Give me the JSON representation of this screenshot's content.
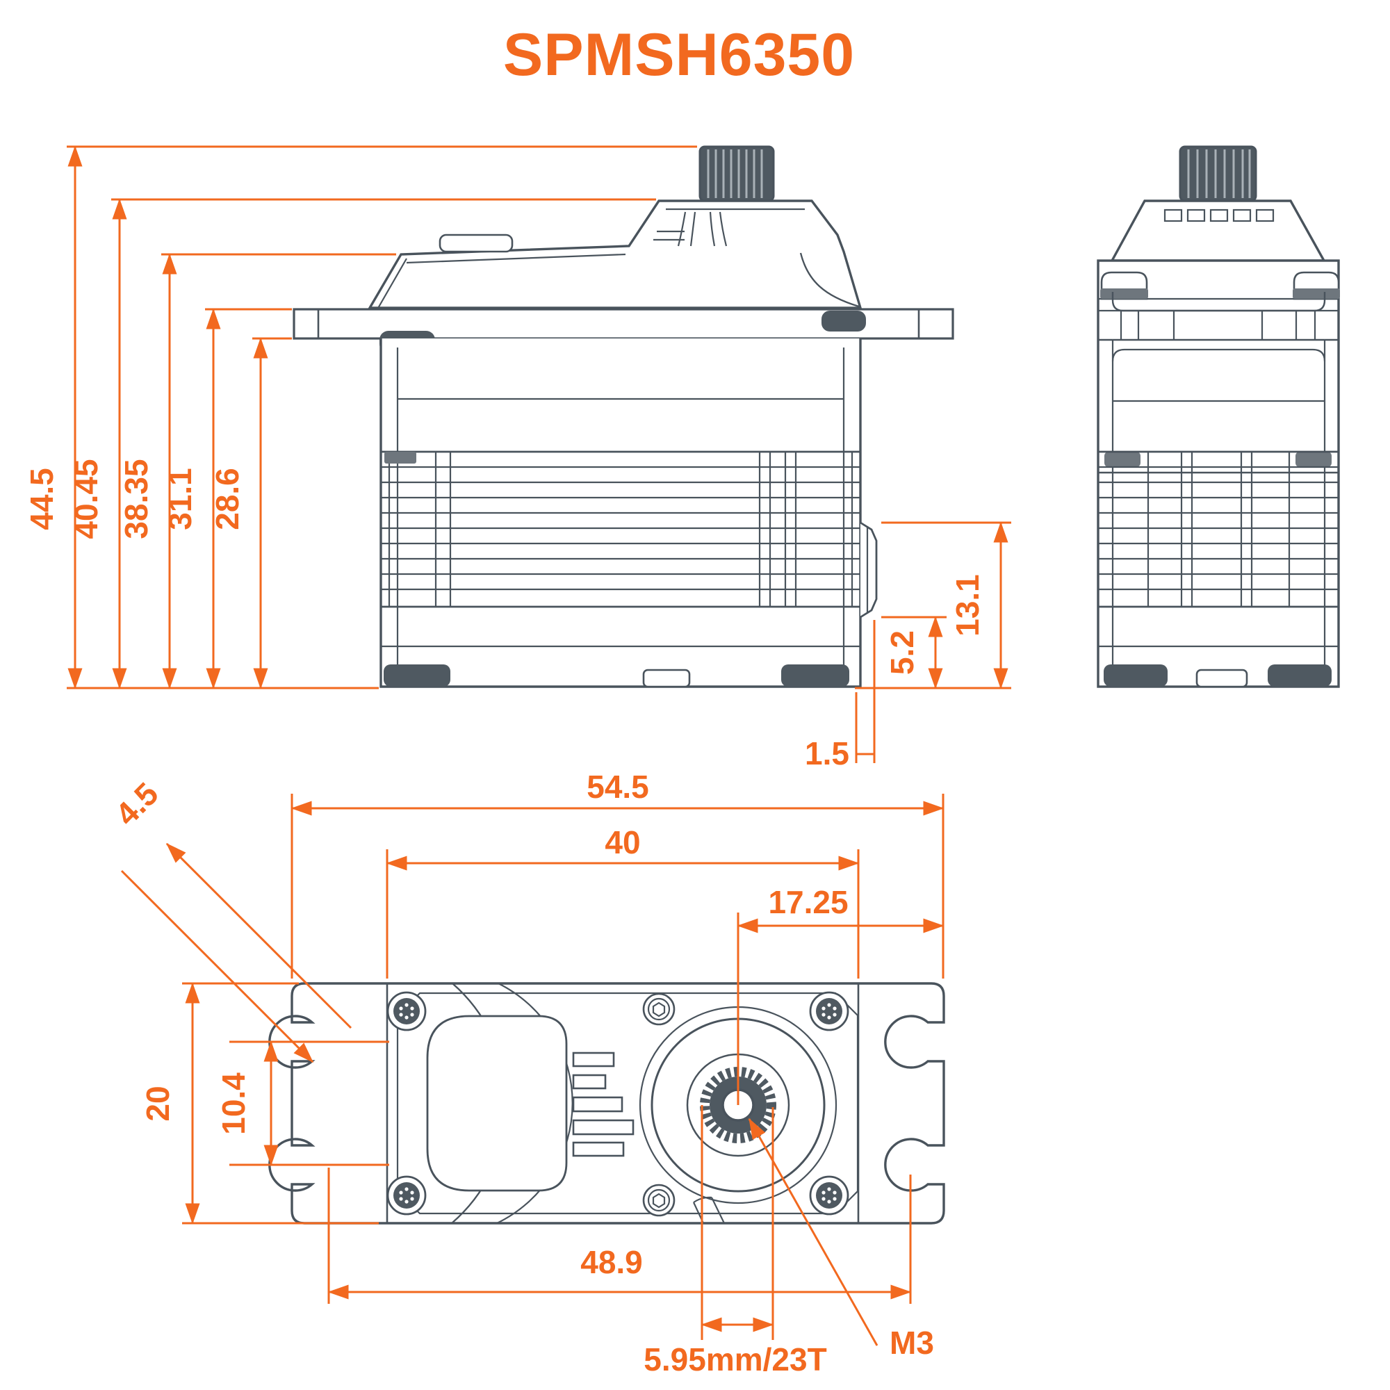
{
  "title": "SPMSH6350",
  "colors": {
    "accent": "#F2691F",
    "line": "#49535C"
  },
  "front_view": {
    "dim_overall_height": "44.5",
    "dim_height_to_cap": "40.45",
    "dim_height_to_case_top": "38.35",
    "dim_height_to_flange_top": "31.1",
    "dim_height_to_flange_bottom": "28.6",
    "dim_connector_height": "13.1",
    "dim_connector_offset": "5.2",
    "dim_connector_protrusion": "1.5"
  },
  "bottom_view": {
    "dim_overall_width": "54.5",
    "dim_case_width": "40",
    "dim_shaft_to_edge": "17.25",
    "dim_mount_slot_width": "4.5",
    "dim_overall_depth": "20",
    "dim_mount_hole_spacing": "10.4",
    "dim_mount_span": "48.9",
    "dim_spline": "5.95mm/23T",
    "label_screw_thread": "M3"
  }
}
